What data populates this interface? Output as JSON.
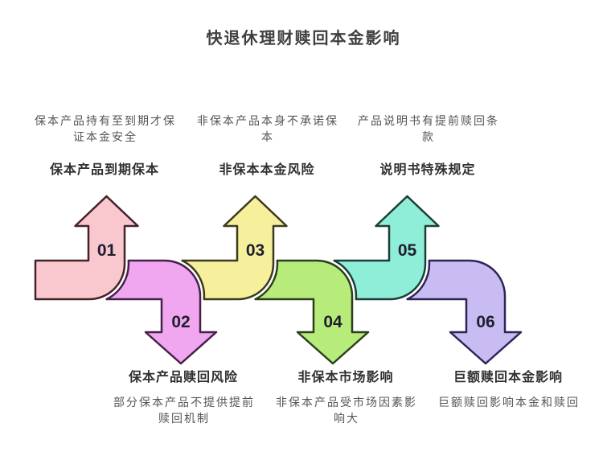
{
  "title": "快退休理财赎回本金影响",
  "steps": [
    {
      "number": "01",
      "title": "保本产品到期保本",
      "description": "保本产品持有至到期才保证本金安全",
      "direction": "up",
      "fill": "#f9c7ce",
      "stroke": "#432228"
    },
    {
      "number": "02",
      "title": "保本产品赎回风险",
      "description": "部分保本产品不提供提前赎回机制",
      "direction": "down",
      "fill": "#f1a6f0",
      "stroke": "#45204a"
    },
    {
      "number": "03",
      "title": "非保本本金风险",
      "description": "非保本产品本身不承诺保本",
      "direction": "up",
      "fill": "#f6f09c",
      "stroke": "#3c3a1e"
    },
    {
      "number": "04",
      "title": "非保本市场影响",
      "description": "非保本产品受市场因素影响大",
      "direction": "down",
      "fill": "#b7ec7b",
      "stroke": "#2a3f1c"
    },
    {
      "number": "05",
      "title": "说明书特殊规定",
      "description": "产品说明书有提前赎回条款",
      "direction": "up",
      "fill": "#8feed7",
      "stroke": "#1d3d36"
    },
    {
      "number": "06",
      "title": "巨额赎回本金影响",
      "description": "巨额赎回影响本金和赎回",
      "direction": "down",
      "fill": "#c9bcf3",
      "stroke": "#2e2455"
    }
  ],
  "colors": {
    "background": "#ffffff",
    "page_title_text": "#3f3f3f",
    "step_title_text": "#303030",
    "description_text": "#555555",
    "number_text": "#1e1e30"
  }
}
